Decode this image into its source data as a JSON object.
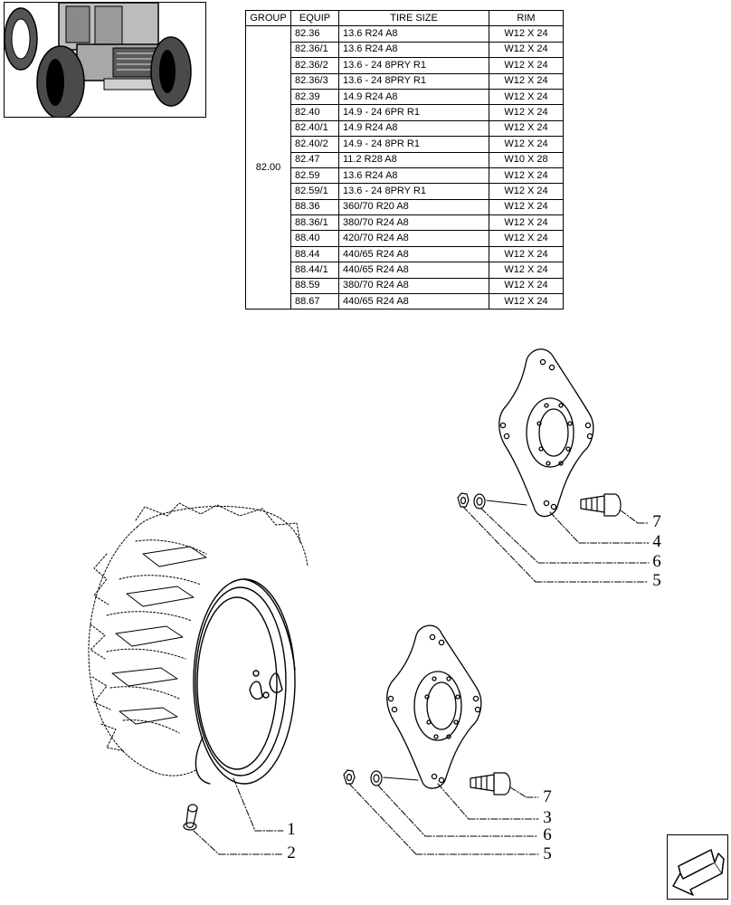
{
  "table": {
    "headers": [
      "GROUP",
      "EQUIP",
      "TIRE SIZE",
      "RIM"
    ],
    "group": "82.00",
    "rows": [
      {
        "equip": "82.36",
        "tire_size": "13.6 R24 A8",
        "rim": "W12 X 24"
      },
      {
        "equip": "82.36/1",
        "tire_size": "13.6 R24 A8",
        "rim": "W12 X 24"
      },
      {
        "equip": "82.36/2",
        "tire_size": "13.6 - 24 8PRY R1",
        "rim": "W12 X 24"
      },
      {
        "equip": "82.36/3",
        "tire_size": "13.6 - 24 8PRY R1",
        "rim": "W12 X 24"
      },
      {
        "equip": "82.39",
        "tire_size": "14.9 R24 A8",
        "rim": "W12 X 24"
      },
      {
        "equip": "82.40",
        "tire_size": "14.9 - 24 6PR R1",
        "rim": "W12 X 24"
      },
      {
        "equip": "82.40/1",
        "tire_size": "14.9 R24 A8",
        "rim": "W12 X 24"
      },
      {
        "equip": "82.40/2",
        "tire_size": "14.9 - 24 8PR R1",
        "rim": "W12 X 24"
      },
      {
        "equip": "82.47",
        "tire_size": "11.2 R28 A8",
        "rim": "W10 X 28"
      },
      {
        "equip": "82.59",
        "tire_size": "13.6 R24 A8",
        "rim": "W12 X 24"
      },
      {
        "equip": "82.59/1",
        "tire_size": "13.6 - 24 8PRY R1",
        "rim": "W12 X 24"
      },
      {
        "equip": "88.36",
        "tire_size": "360/70 R20 A8",
        "rim": "W12 X 24"
      },
      {
        "equip": "88.36/1",
        "tire_size": "380/70 R24 A8",
        "rim": "W12 X 24"
      },
      {
        "equip": "88.40",
        "tire_size": "420/70 R24 A8",
        "rim": "W12 X 24"
      },
      {
        "equip": "88.44",
        "tire_size": "440/65 R24 A8",
        "rim": "W12 X 24"
      },
      {
        "equip": "88.44/1",
        "tire_size": "440/65 R24 A8",
        "rim": "W12 X 24"
      },
      {
        "equip": "88.59",
        "tire_size": "380/70 R24 A8",
        "rim": "W12 X 24"
      },
      {
        "equip": "88.67",
        "tire_size": "440/65 R24 A8",
        "rim": "W12 X 24"
      }
    ]
  },
  "callouts": {
    "upper_bolt": "7",
    "upper_disc": "4",
    "upper_washer": "6",
    "upper_nut": "5",
    "rim": "1",
    "valve": "2",
    "lower_bolt": "7",
    "lower_disc": "3",
    "lower_washer": "6",
    "lower_nut": "5"
  },
  "icons": {
    "thumbnail": "tractor-rear-wheels-icon",
    "navigation": "previous-page-arrow-icon"
  }
}
